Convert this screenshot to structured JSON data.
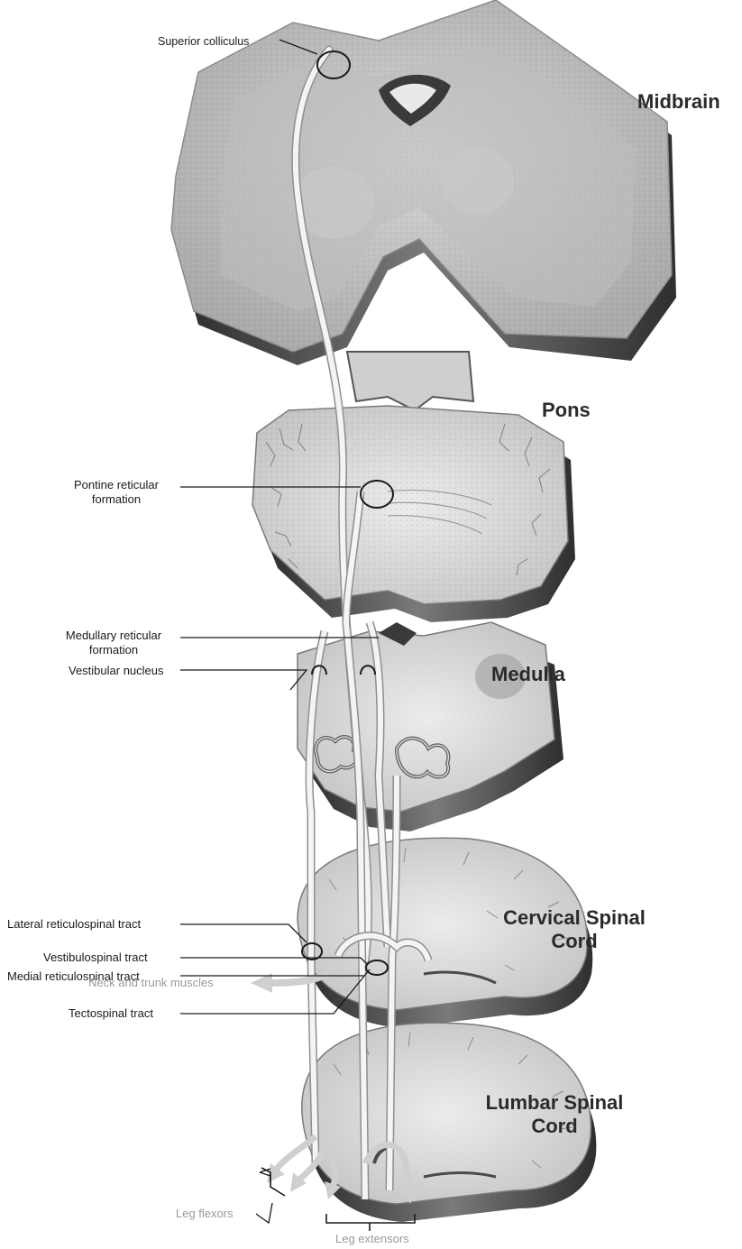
{
  "regions": {
    "midbrain": "Midbrain",
    "pons": "Pons",
    "medulla": "Medulla",
    "cervical_line1": "Cervical Spinal",
    "cervical_line2": "Cord",
    "lumbar_line1": "Lumbar Spinal",
    "lumbar_line2": "Cord"
  },
  "labels": {
    "superior_colliculus": "Superior colliculus",
    "pontine_line1": "Pontine reticular",
    "pontine_line2": "formation",
    "medullary_line1": "Medullary reticular",
    "medullary_line2": "formation",
    "vestibular_nucleus": "Vestibular nucleus",
    "lateral_reticulospinal": "Lateral reticulospinal tract",
    "vestibulospinal": "Vestibulospinal tract",
    "medial_reticulospinal": "Medial reticulospinal tract",
    "neck_trunk": "Neck and trunk muscles",
    "tectospinal": "Tectospinal tract",
    "leg_flexors": "Leg flexors",
    "leg_extensors": "Leg extensors"
  },
  "colors": {
    "tissue": "#b9b9b9",
    "tissue_light": "#d8d8d8",
    "edge_dark": "#3a3a3a",
    "tract": "#f2f2f2",
    "arrow_gray": "#c9c9c9",
    "vessel": "#6b6b6b"
  }
}
